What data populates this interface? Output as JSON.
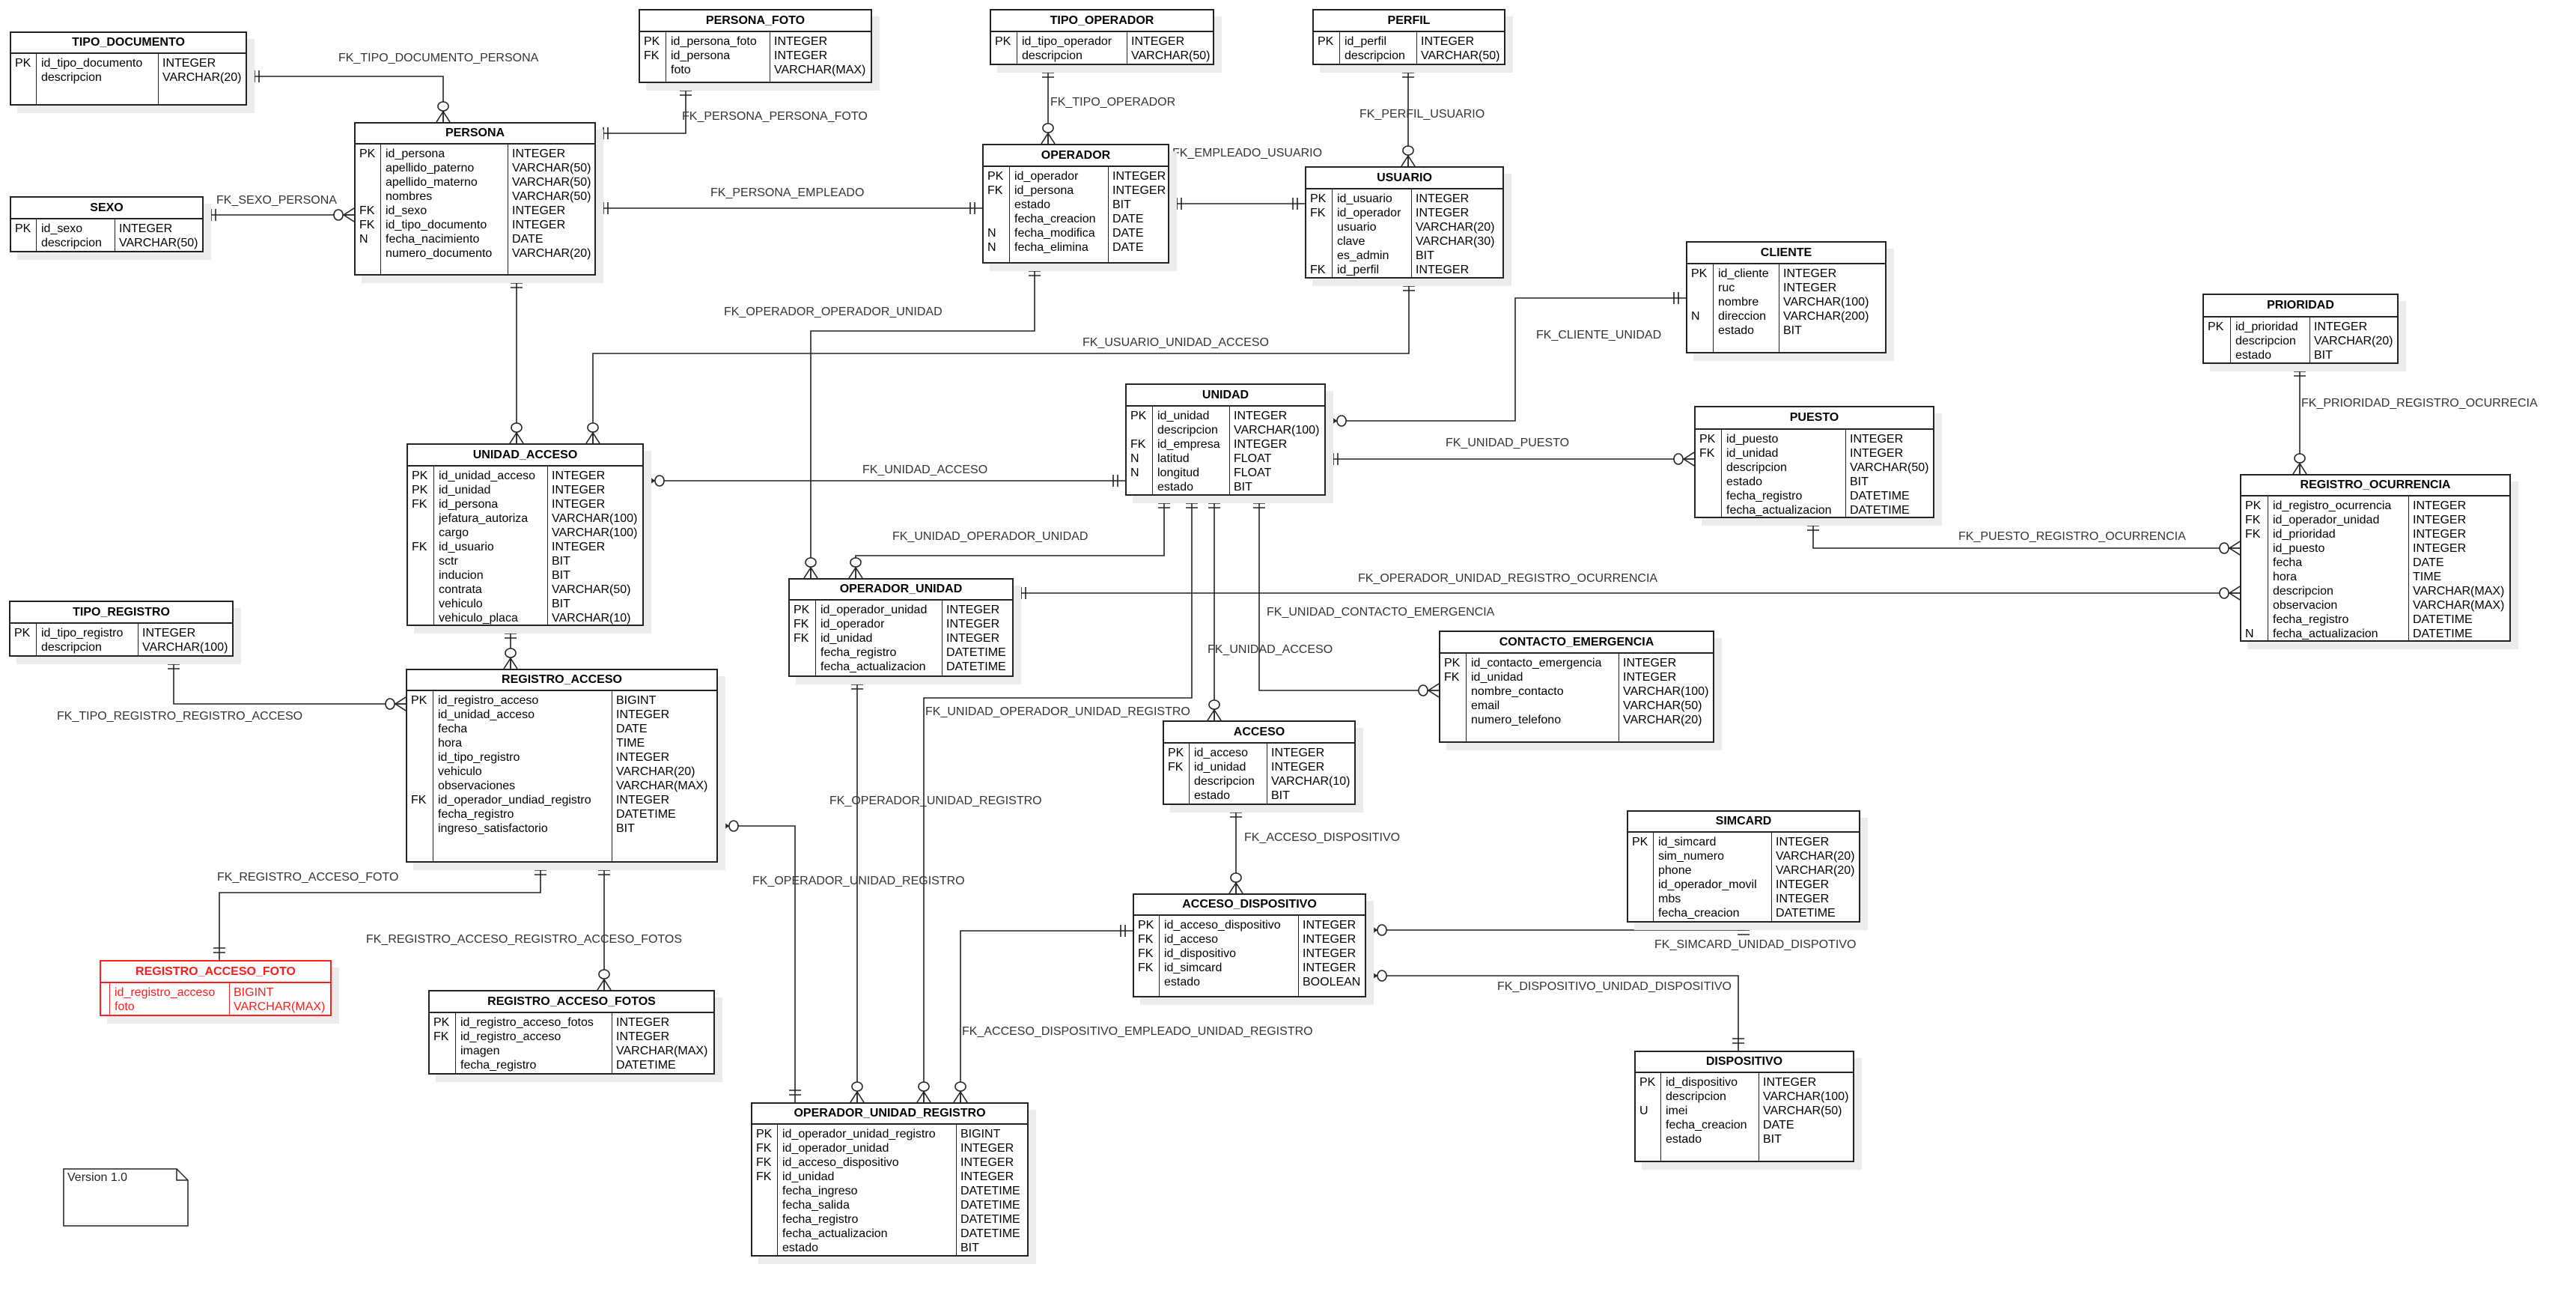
{
  "tables": [
    {
      "id": "tipo_documento",
      "name": "TIPO_DOCUMENTO",
      "columns": [
        [
          "PK",
          "id_tipo_documento",
          "INTEGER"
        ],
        [
          "",
          "descripcion",
          "VARCHAR(20)"
        ]
      ]
    },
    {
      "id": "persona_foto",
      "name": "PERSONA_FOTO",
      "columns": [
        [
          "PK",
          "id_persona_foto",
          "INTEGER"
        ],
        [
          "FK",
          "id_persona",
          "INTEGER"
        ],
        [
          "",
          "foto",
          "VARCHAR(MAX)"
        ]
      ]
    },
    {
      "id": "persona",
      "name": "PERSONA",
      "columns": [
        [
          "PK",
          "id_persona",
          "INTEGER"
        ],
        [
          "",
          "apellido_paterno",
          "VARCHAR(50)"
        ],
        [
          "",
          "apellido_materno",
          "VARCHAR(50)"
        ],
        [
          "",
          "nombres",
          "VARCHAR(50)"
        ],
        [
          "FK",
          "id_sexo",
          "INTEGER"
        ],
        [
          "FK",
          "id_tipo_documento",
          "INTEGER"
        ],
        [
          "N",
          "fecha_nacimiento",
          "DATE"
        ],
        [
          "",
          "numero_documento",
          "VARCHAR(20)"
        ]
      ]
    },
    {
      "id": "sexo",
      "name": "SEXO",
      "columns": [
        [
          "PK",
          "id_sexo",
          "INTEGER"
        ],
        [
          "",
          "descripcion",
          "VARCHAR(50)"
        ]
      ]
    },
    {
      "id": "tipo_operador",
      "name": "TIPO_OPERADOR",
      "columns": [
        [
          "PK",
          "id_tipo_operador",
          "INTEGER"
        ],
        [
          "",
          "descripcion",
          "VARCHAR(50)"
        ]
      ]
    },
    {
      "id": "perfil",
      "name": "PERFIL",
      "columns": [
        [
          "PK",
          "id_perfil",
          "INTEGER"
        ],
        [
          "",
          "descripcion",
          "VARCHAR(50)"
        ]
      ]
    },
    {
      "id": "operador",
      "name": "OPERADOR",
      "columns": [
        [
          "PK",
          "id_operador",
          "INTEGER"
        ],
        [
          "FK",
          "id_persona",
          "INTEGER"
        ],
        [
          "",
          "estado",
          "BIT"
        ],
        [
          "",
          "fecha_creacion",
          "DATE"
        ],
        [
          "N",
          "fecha_modifica",
          "DATE"
        ],
        [
          "N",
          "fecha_elimina",
          "DATE"
        ]
      ]
    },
    {
      "id": "usuario",
      "name": "USUARIO",
      "columns": [
        [
          "PK",
          "id_usuario",
          "INTEGER"
        ],
        [
          "FK",
          "id_operador",
          "INTEGER"
        ],
        [
          "",
          "usuario",
          "VARCHAR(20)"
        ],
        [
          "",
          "clave",
          "VARCHAR(30)"
        ],
        [
          "",
          "es_admin",
          "BIT"
        ],
        [
          "FK",
          "id_perfil",
          "INTEGER"
        ]
      ]
    },
    {
      "id": "cliente",
      "name": "CLIENTE",
      "columns": [
        [
          "PK",
          "id_cliente",
          "INTEGER"
        ],
        [
          "",
          "ruc",
          "INTEGER"
        ],
        [
          "",
          "nombre",
          "VARCHAR(100)"
        ],
        [
          "N",
          "direccion",
          "VARCHAR(200)"
        ],
        [
          "",
          "estado",
          "BIT"
        ]
      ]
    },
    {
      "id": "prioridad",
      "name": "PRIORIDAD",
      "columns": [
        [
          "PK",
          "id_prioridad",
          "INTEGER"
        ],
        [
          "",
          "descripcion",
          "VARCHAR(20)"
        ],
        [
          "",
          "estado",
          "BIT"
        ]
      ]
    },
    {
      "id": "puesto",
      "name": "PUESTO",
      "columns": [
        [
          "PK",
          "id_puesto",
          "INTEGER"
        ],
        [
          "FK",
          "id_unidad",
          "INTEGER"
        ],
        [
          "",
          "descripcion",
          "VARCHAR(50)"
        ],
        [
          "",
          "estado",
          "BIT"
        ],
        [
          "",
          "fecha_registro",
          "DATETIME"
        ],
        [
          "",
          "fecha_actualizacion",
          "DATETIME"
        ]
      ]
    },
    {
      "id": "registro_ocurrencia",
      "name": "REGISTRO_OCURRENCIA",
      "columns": [
        [
          "PK",
          "id_registro_ocurrencia",
          "INTEGER"
        ],
        [
          "FK",
          "id_operador_unidad",
          "INTEGER"
        ],
        [
          "FK",
          "id_prioridad",
          "INTEGER"
        ],
        [
          "",
          "id_puesto",
          "INTEGER"
        ],
        [
          "",
          "fecha",
          "DATE"
        ],
        [
          "",
          "hora",
          "TIME"
        ],
        [
          "",
          "descripcion",
          "VARCHAR(MAX)"
        ],
        [
          "",
          "observacion",
          "VARCHAR(MAX)"
        ],
        [
          "",
          "fecha_registro",
          "DATETIME"
        ],
        [
          "N",
          "fecha_actualizacion",
          "DATETIME"
        ]
      ]
    },
    {
      "id": "unidad_acceso",
      "name": "UNIDAD_ACCESO",
      "columns": [
        [
          "PK",
          "id_unidad_acceso",
          "INTEGER"
        ],
        [
          "PK",
          "id_unidad",
          "INTEGER"
        ],
        [
          "FK",
          "id_persona",
          "INTEGER"
        ],
        [
          "",
          "jefatura_autoriza",
          "VARCHAR(100)"
        ],
        [
          "",
          "cargo",
          "VARCHAR(100)"
        ],
        [
          "FK",
          "id_usuario",
          "INTEGER"
        ],
        [
          "",
          "sctr",
          "BIT"
        ],
        [
          "",
          "inducion",
          "BIT"
        ],
        [
          "",
          "contrata",
          "VARCHAR(50)"
        ],
        [
          "",
          "vehiculo",
          "BIT"
        ],
        [
          "",
          "vehiculo_placa",
          "VARCHAR(10)"
        ]
      ]
    },
    {
      "id": "tipo_registro",
      "name": "TIPO_REGISTRO",
      "columns": [
        [
          "PK",
          "id_tipo_registro",
          "INTEGER"
        ],
        [
          "",
          "descripcion",
          "VARCHAR(100)"
        ]
      ]
    },
    {
      "id": "unidad",
      "name": "UNIDAD",
      "columns": [
        [
          "PK",
          "id_unidad",
          "INTEGER"
        ],
        [
          "",
          "descripcion",
          "VARCHAR(100)"
        ],
        [
          "FK",
          "id_empresa",
          "INTEGER"
        ],
        [
          "N",
          "latitud",
          "FLOAT"
        ],
        [
          "N",
          "longitud",
          "FLOAT"
        ],
        [
          "",
          "estado",
          "BIT"
        ]
      ]
    },
    {
      "id": "operador_unidad",
      "name": "OPERADOR_UNIDAD",
      "columns": [
        [
          "PK",
          "id_operador_unidad",
          "INTEGER"
        ],
        [
          "FK",
          "id_operador",
          "INTEGER"
        ],
        [
          "FK",
          "id_unidad",
          "INTEGER"
        ],
        [
          "",
          "fecha_registro",
          "DATETIME"
        ],
        [
          "",
          "fecha_actualizacion",
          "DATETIME"
        ]
      ]
    },
    {
      "id": "contacto_emergencia",
      "name": "CONTACTO_EMERGENCIA",
      "columns": [
        [
          "PK",
          "id_contacto_emergencia",
          "INTEGER"
        ],
        [
          "FK",
          "id_unidad",
          "INTEGER"
        ],
        [
          "",
          "nombre_contacto",
          "VARCHAR(100)"
        ],
        [
          "",
          "email",
          "VARCHAR(50)"
        ],
        [
          "",
          "numero_telefono",
          "VARCHAR(20)"
        ]
      ]
    },
    {
      "id": "registro_acceso",
      "name": "REGISTRO_ACCESO",
      "columns": [
        [
          "PK",
          "id_registro_acceso",
          "BIGINT"
        ],
        [
          "",
          "id_unidad_acceso",
          "INTEGER"
        ],
        [
          "",
          "fecha",
          "DATE"
        ],
        [
          "",
          "hora",
          "TIME"
        ],
        [
          "",
          "id_tipo_registro",
          "INTEGER"
        ],
        [
          "",
          "vehiculo",
          "VARCHAR(20)"
        ],
        [
          "",
          "observaciones",
          "VARCHAR(MAX)"
        ],
        [
          "FK",
          "id_operador_undiad_registro",
          "INTEGER"
        ],
        [
          "",
          "fecha_registro",
          "DATETIME"
        ],
        [
          "",
          "ingreso_satisfactorio",
          "BIT"
        ]
      ]
    },
    {
      "id": "registro_acceso_foto",
      "name": "REGISTRO_ACCESO_FOTO",
      "highlight": "#ff1a1a",
      "columns": [
        [
          "",
          "id_registro_acceso",
          "BIGINT"
        ],
        [
          "",
          "foto",
          "VARCHAR(MAX)"
        ]
      ]
    },
    {
      "id": "registro_acceso_fotos",
      "name": "REGISTRO_ACCESO_FOTOS",
      "columns": [
        [
          "PK",
          "id_registro_acceso_fotos",
          "INTEGER"
        ],
        [
          "FK",
          "id_registro_acceso",
          "INTEGER"
        ],
        [
          "",
          "imagen",
          "VARCHAR(MAX)"
        ],
        [
          "",
          "fecha_registro",
          "DATETIME"
        ]
      ]
    },
    {
      "id": "acceso",
      "name": "ACCESO",
      "columns": [
        [
          "PK",
          "id_acceso",
          "INTEGER"
        ],
        [
          "FK",
          "id_unidad",
          "INTEGER"
        ],
        [
          "",
          "descripcion",
          "VARCHAR(10)"
        ],
        [
          "",
          "estado",
          "BIT"
        ]
      ]
    },
    {
      "id": "acceso_dispositivo",
      "name": "ACCESO_DISPOSITIVO",
      "columns": [
        [
          "PK",
          "id_acceso_dispositivo",
          "INTEGER"
        ],
        [
          "FK",
          "id_acceso",
          "INTEGER"
        ],
        [
          "FK",
          "id_dispositivo",
          "INTEGER"
        ],
        [
          "FK",
          "id_simcard",
          "INTEGER"
        ],
        [
          "",
          "estado",
          "BOOLEAN"
        ]
      ]
    },
    {
      "id": "simcard",
      "name": "SIMCARD",
      "columns": [
        [
          "PK",
          "id_simcard",
          "INTEGER"
        ],
        [
          "",
          "sim_numero",
          "VARCHAR(20)"
        ],
        [
          "",
          "phone",
          "VARCHAR(20)"
        ],
        [
          "",
          "id_operador_movil",
          "INTEGER"
        ],
        [
          "",
          "mbs",
          "INTEGER"
        ],
        [
          "",
          "fecha_creacion",
          "DATETIME"
        ]
      ]
    },
    {
      "id": "dispositivo",
      "name": "DISPOSITIVO",
      "columns": [
        [
          "PK",
          "id_dispositivo",
          "INTEGER"
        ],
        [
          "",
          "descripcion",
          "VARCHAR(100)"
        ],
        [
          "U",
          "imei",
          "VARCHAR(50)"
        ],
        [
          "",
          "fecha_creacion",
          "DATE"
        ],
        [
          "",
          "estado",
          "BIT"
        ]
      ]
    },
    {
      "id": "operador_unidad_registro",
      "name": "OPERADOR_UNIDAD_REGISTRO",
      "columns": [
        [
          "PK",
          "id_operador_unidad_registro",
          "BIGINT"
        ],
        [
          "FK",
          "id_operador_unidad",
          "INTEGER"
        ],
        [
          "FK",
          "id_acceso_dispositivo",
          "INTEGER"
        ],
        [
          "FK",
          "id_unidad",
          "INTEGER"
        ],
        [
          "",
          "fecha_ingreso",
          "DATETIME"
        ],
        [
          "",
          "fecha_salida",
          "DATETIME"
        ],
        [
          "",
          "fecha_registro",
          "DATETIME"
        ],
        [
          "",
          "fecha_actualizacion",
          "DATETIME"
        ],
        [
          "",
          "estado",
          "BIT"
        ]
      ]
    }
  ],
  "relationships": [
    {
      "name": "FK_TIPO_DOCUMENTO_PERSONA",
      "from": "TIPO_DOCUMENTO",
      "to": "PERSONA"
    },
    {
      "name": "FK_PERSONA_PERSONA_FOTO",
      "from": "PERSONA",
      "to": "PERSONA_FOTO"
    },
    {
      "name": "FK_SEXO_PERSONA",
      "from": "SEXO",
      "to": "PERSONA"
    },
    {
      "name": "FK_PERSONA_EMPLEADO",
      "from": "PERSONA",
      "to": "OPERADOR"
    },
    {
      "name": "FK_TIPO_OPERADOR",
      "from": "TIPO_OPERADOR",
      "to": "OPERADOR"
    },
    {
      "name": "FK_PERFIL_USUARIO",
      "from": "PERFIL",
      "to": "USUARIO"
    },
    {
      "name": "FK_EMPLEADO_USUARIO",
      "from": "OPERADOR",
      "to": "USUARIO"
    },
    {
      "name": "FK_OPERADOR_OPERADOR_UNIDAD",
      "from": "OPERADOR",
      "to": "OPERADOR_UNIDAD"
    },
    {
      "name": "FK_USUARIO_UNIDAD_ACCESO",
      "from": "USUARIO",
      "to": "UNIDAD_ACCESO"
    },
    {
      "name": "FK_CLIENTE_UNIDAD",
      "from": "CLIENTE",
      "to": "UNIDAD"
    },
    {
      "name": "FK_UNIDAD_PUESTO",
      "from": "UNIDAD",
      "to": "PUESTO"
    },
    {
      "name": "FK_UNIDAD_ACCESO",
      "from": "UNIDAD",
      "to": "UNIDAD_ACCESO"
    },
    {
      "name": "FK_UNIDAD_OPERADOR_UNIDAD",
      "from": "UNIDAD",
      "to": "OPERADOR_UNIDAD"
    },
    {
      "name": "FK_UNIDAD_OPERADOR_UNIDAD_REGISTRO",
      "from": "UNIDAD",
      "to": "OPERADOR_UNIDAD_REGISTRO"
    },
    {
      "name": "FK_UNIDAD_ACCESO",
      "from": "UNIDAD",
      "to": "ACCESO"
    },
    {
      "name": "FK_UNIDAD_CONTACTO_EMERGENCIA",
      "from": "UNIDAD",
      "to": "CONTACTO_EMERGENCIA"
    },
    {
      "name": "FK_OPERADOR_UNIDAD_REGISTRO_OCURRENCIA",
      "from": "OPERADOR_UNIDAD",
      "to": "REGISTRO_OCURRENCIA"
    },
    {
      "name": "FK_PUESTO_REGISTRO_OCURRENCIA",
      "from": "PUESTO",
      "to": "REGISTRO_OCURRENCIA"
    },
    {
      "name": "FK_PRIORIDAD_REGISTRO_OCURRECIA",
      "from": "PRIORIDAD",
      "to": "REGISTRO_OCURRENCIA"
    },
    {
      "name": "FK_TIPO_REGISTRO_REGISTRO_ACCESO",
      "from": "TIPO_REGISTRO",
      "to": "REGISTRO_ACCESO"
    },
    {
      "name": "FK_REGISTRO_ACCESO_FOTO",
      "from": "REGISTRO_ACCESO",
      "to": "REGISTRO_ACCESO_FOTO"
    },
    {
      "name": "FK_REGISTRO_ACCESO_REGISTRO_ACCESO_FOTOS",
      "from": "REGISTRO_ACCESO",
      "to": "REGISTRO_ACCESO_FOTOS"
    },
    {
      "name": "FK_OPERADOR_UNIDAD_REGISTRO",
      "from": "OPERADOR_UNIDAD",
      "to": "OPERADOR_UNIDAD_REGISTRO"
    },
    {
      "name": "FK_OPERADOR_UNIDAD_REGISTRO",
      "from": "OPERADOR_UNIDAD_REGISTRO",
      "to": "REGISTRO_ACCESO"
    },
    {
      "name": "FK_ACCESO_DISPOSITIVO",
      "from": "ACCESO",
      "to": "ACCESO_DISPOSITIVO"
    },
    {
      "name": "FK_ACCESO_DISPOSITIVO_EMPLEADO_UNIDAD_REGISTRO",
      "from": "ACCESO_DISPOSITIVO",
      "to": "OPERADOR_UNIDAD_REGISTRO"
    },
    {
      "name": "FK_SIMCARD_UNIDAD_DISPOTIVO",
      "from": "SIMCARD",
      "to": "ACCESO_DISPOSITIVO"
    },
    {
      "name": "FK_DISPOSITIVO_UNIDAD_DISPOSITIVO",
      "from": "DISPOSITIVO",
      "to": "ACCESO_DISPOSITIVO"
    }
  ],
  "note": {
    "text": "Version 1.0"
  }
}
